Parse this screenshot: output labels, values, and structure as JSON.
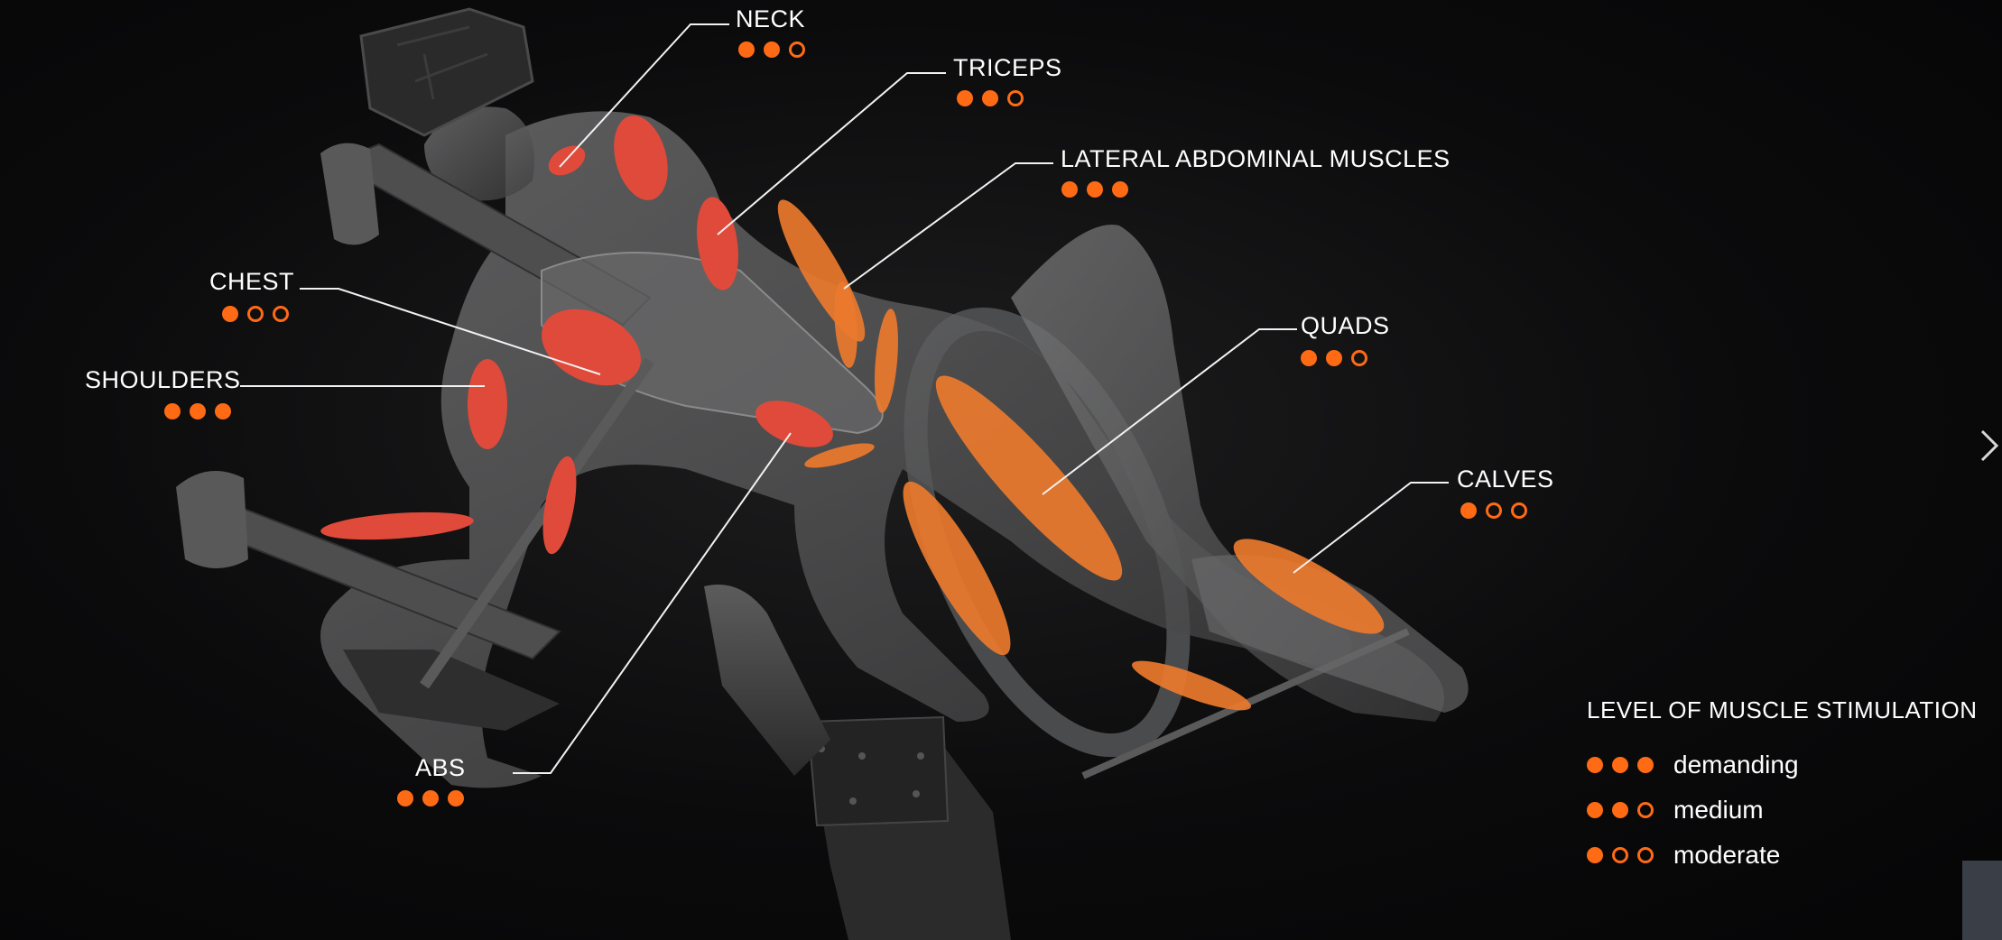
{
  "colors": {
    "accent": "#ff6a14",
    "muscle_red": "#e04a3a",
    "muscle_orange": "#ec7a2e",
    "line": "#f2f2f2",
    "shell": "#6d6d6e"
  },
  "muscles": [
    {
      "key": "neck",
      "label": "NECK",
      "level": 2
    },
    {
      "key": "triceps",
      "label": "TRICEPS",
      "level": 2
    },
    {
      "key": "lateral",
      "label": "LATERAL ABDOMINAL MUSCLES",
      "level": 3
    },
    {
      "key": "chest",
      "label": "CHEST",
      "level": 1
    },
    {
      "key": "shoulders",
      "label": "SHOULDERS",
      "level": 3
    },
    {
      "key": "quads",
      "label": "QUADS",
      "level": 2
    },
    {
      "key": "calves",
      "label": "CALVES",
      "level": 1
    },
    {
      "key": "abs",
      "label": "ABS",
      "level": 3
    }
  ],
  "legend": {
    "title": "LEVEL OF MUSCLE STIMULATION",
    "items": [
      {
        "level": 3,
        "text": "demanding"
      },
      {
        "level": 2,
        "text": "medium"
      },
      {
        "level": 1,
        "text": "moderate"
      }
    ]
  },
  "icons": {
    "next": "chevron-right-icon"
  }
}
